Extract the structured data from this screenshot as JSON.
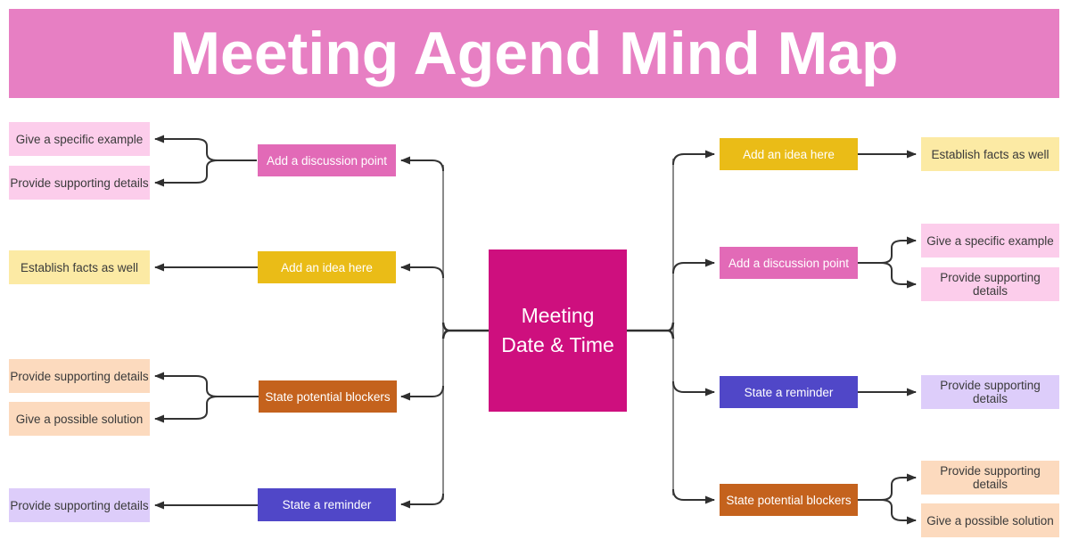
{
  "title": "Meeting Agend Mind Map",
  "colors": {
    "banner": "#e77fc3",
    "center": "#ce0f7e",
    "pink": "#e26ab7",
    "pink_light": "#fccdeb",
    "gold": "#eabc17",
    "gold_light": "#fceaa4",
    "orange": "#c4621d",
    "orange_light": "#fcdabe",
    "purple": "#5047c8",
    "purple_light": "#ddcdfa",
    "line": "#333333",
    "trunk_line": "#8a8a8a"
  },
  "center": {
    "line1": "Meeting",
    "line2": "Date & Time"
  },
  "left_branches": [
    {
      "label": "Add a discussion point",
      "children": [
        "Give a specific example",
        "Provide supporting details"
      ]
    },
    {
      "label": "Add an idea here",
      "children": [
        "Establish facts as well"
      ]
    },
    {
      "label": "State potential blockers",
      "children": [
        "Provide supporting details",
        "Give a possible solution"
      ]
    },
    {
      "label": "State a reminder",
      "children": [
        "Provide supporting details"
      ]
    }
  ],
  "right_branches": [
    {
      "label": "Add an idea here",
      "children": [
        "Establish facts as well"
      ]
    },
    {
      "label": "Add a discussion point",
      "children": [
        "Give a specific example",
        "Provide supporting details"
      ]
    },
    {
      "label": "State a reminder",
      "children": [
        "Provide supporting details"
      ]
    },
    {
      "label": "State potential blockers",
      "children": [
        "Provide supporting details",
        "Give a possible solution"
      ]
    }
  ]
}
